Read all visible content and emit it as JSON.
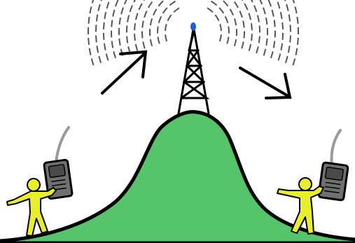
{
  "diagram": {
    "elements": [
      {
        "name": "hill",
        "color": "#55c46a"
      },
      {
        "name": "radio-tower",
        "color": "#000000"
      },
      {
        "name": "tower-beacon",
        "color": "#1f5fd6"
      },
      {
        "name": "radio-waves-left",
        "color": "#555555"
      },
      {
        "name": "radio-waves-right",
        "color": "#555555"
      },
      {
        "name": "arrow-up-right",
        "color": "#000000"
      },
      {
        "name": "arrow-down-right",
        "color": "#000000"
      },
      {
        "name": "person-left",
        "color": "#e9ee2a"
      },
      {
        "name": "person-right",
        "color": "#e9ee2a"
      },
      {
        "name": "walkie-talkie-left",
        "color": "#707070"
      },
      {
        "name": "walkie-talkie-right",
        "color": "#707070"
      }
    ],
    "colors": {
      "hill": "#55c46a",
      "outline": "#000000",
      "person": "#e9ee2a",
      "radio_body": "#707070",
      "wave": "#555555",
      "beacon": "#1f5fd6"
    }
  }
}
